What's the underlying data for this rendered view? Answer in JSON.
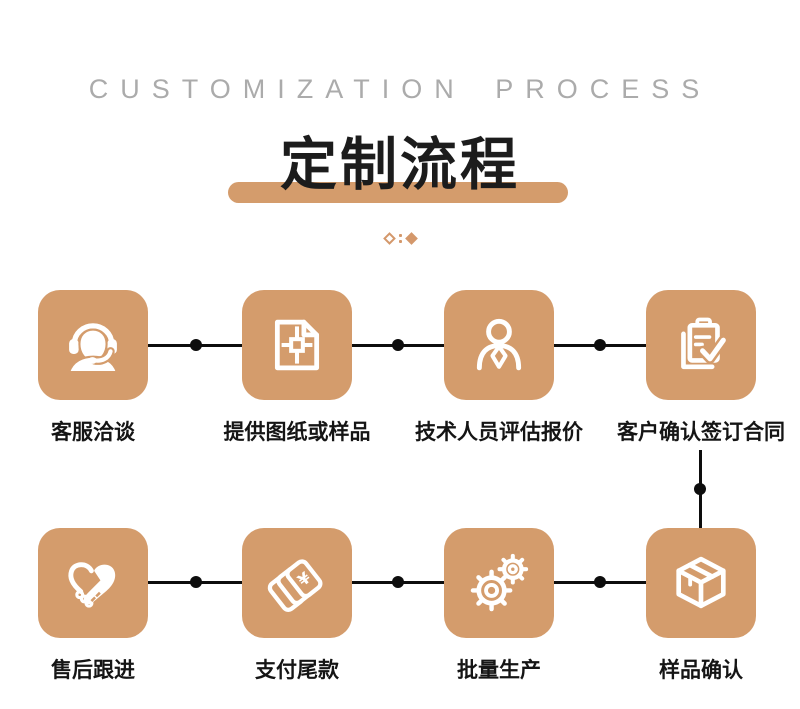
{
  "header": {
    "subtitle": "CUSTOMIZATION PROCESS",
    "title": "定制流程"
  },
  "colors": {
    "accent_tan": "#D49C6C",
    "ornament_tan": "#D4986B",
    "subtitle_gray": "#ABABAB",
    "title_black": "#1C1C1C",
    "label_black": "#151515",
    "connector_black": "#0D0D0D",
    "icon_white": "#FFFFFF",
    "background": "#FFFFFF"
  },
  "ornament": {
    "icon": "diamond-colon-diamond-ornament"
  },
  "steps": [
    {
      "label": "客服洽谈",
      "icon": "customer-service-headset-icon"
    },
    {
      "label": "提供图纸或样品",
      "icon": "blueprint-document-icon"
    },
    {
      "label": "技术人员评估报价",
      "icon": "technician-person-icon"
    },
    {
      "label": "客户确认签订合同",
      "icon": "contract-clipboard-icon"
    },
    {
      "label": "售后跟进",
      "icon": "handshake-heart-icon"
    },
    {
      "label": "支付尾款",
      "icon": "payment-cards-icon"
    },
    {
      "label": "批量生产",
      "icon": "gears-icon"
    },
    {
      "label": "样品确认",
      "icon": "package-box-icon"
    }
  ]
}
